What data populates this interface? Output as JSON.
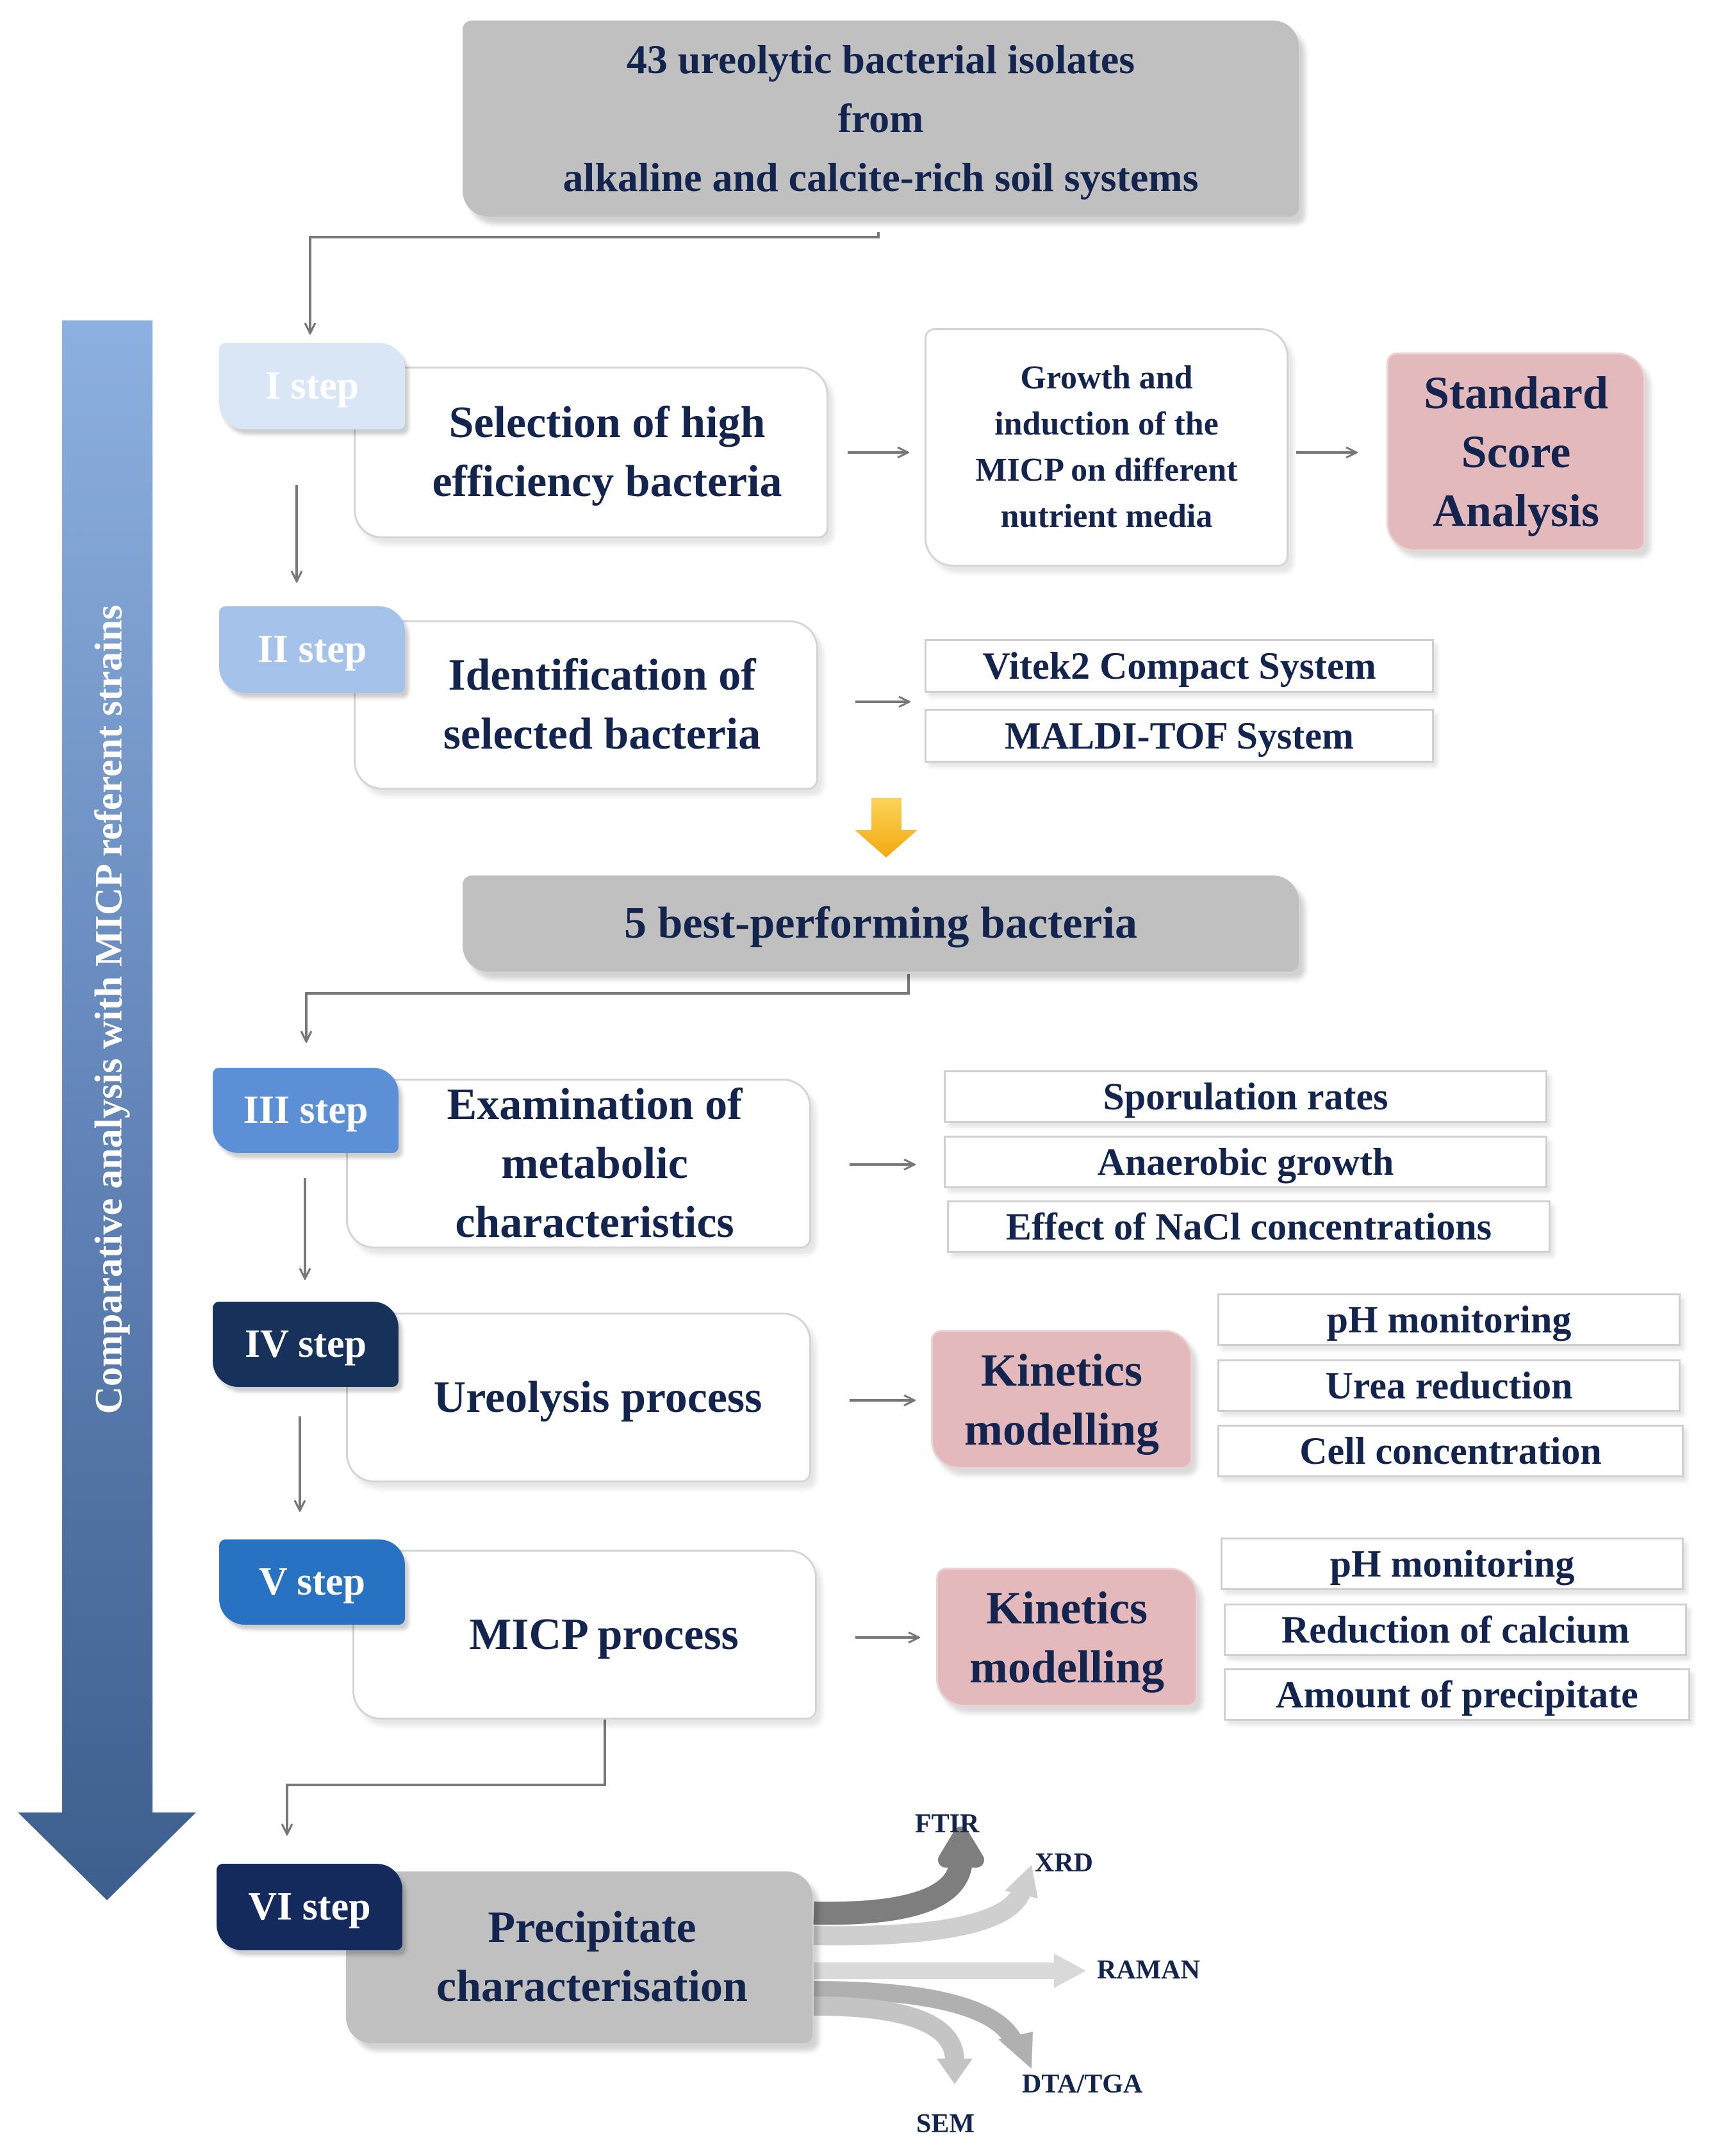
{
  "title_box": "43 ureolytic bacterial isolates\nfrom\nalkaline and calcite-rich soil systems",
  "side_label": "Comparative analysis with MICP referent strains",
  "steps": {
    "s1": {
      "badge": "I step",
      "title": "Selection of high\nefficiency  bacteria",
      "detail": "Growth  and\ninduction of the\nMICP on different\nnutrient media",
      "result": "Standard\nScore\nAnalysis"
    },
    "s2": {
      "badge": "II step",
      "title": "Identification of\nselected bacteria",
      "items": [
        "Vitek2  Compact  System",
        "MALDI-TOF System"
      ]
    },
    "best": "5 best-performing bacteria",
    "s3": {
      "badge": "III step",
      "title": "Examination of\nmetabolic\ncharacteristics",
      "items": [
        "Sporulation rates",
        "Anaerobic growth",
        "Effect of NaCl concentrations"
      ]
    },
    "s4": {
      "badge": "IV step",
      "title": "Ureolysis process",
      "model": "Kinetics\nmodelling",
      "items": [
        "pH monitoring",
        "Urea reduction",
        "Cell concentration"
      ]
    },
    "s5": {
      "badge": "V step",
      "title": "MICP process",
      "model": "Kinetics\nmodelling",
      "items": [
        "pH monitoring",
        "Reduction of calcium",
        "Amount of precipitate"
      ]
    },
    "s6": {
      "badge": "VI step",
      "title": "Precipitate\ncharacterisation",
      "methods": [
        "FTIR",
        "XRD",
        "RAMAN",
        "DTA/TGA",
        "SEM"
      ]
    }
  },
  "colors": {
    "step1": "#d9e6f6",
    "step2": "#a5c2ea",
    "step3": "#5b8fd6",
    "step4": "#17325a",
    "step5": "#2872c4",
    "step6": "#142a5c",
    "grey_box": "#c0c0c0",
    "pink_box": "#e4b9bb",
    "text": "#13254f",
    "arrow": "#737373",
    "highlight_arrow": "#fbbf16"
  }
}
